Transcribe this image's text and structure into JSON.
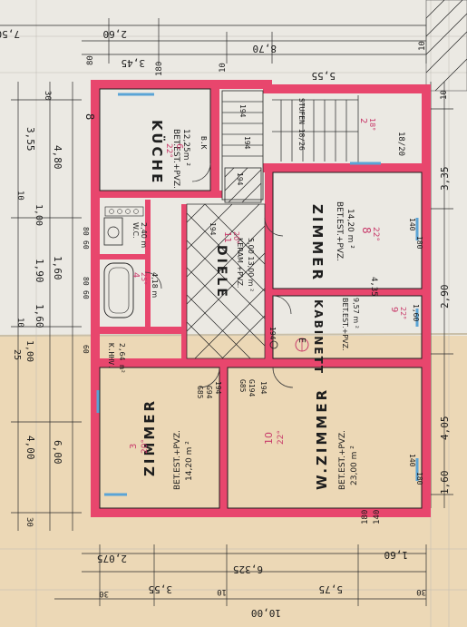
{
  "dimensions": {
    "top": [
      "7,50",
      "2,60",
      "8,70",
      "3,45",
      "5,55",
      "80",
      "180",
      "10",
      "10"
    ],
    "left": [
      "30",
      "3,55",
      "4,80",
      "10",
      "1,00",
      "1,90",
      "1,60",
      "1,60",
      "10",
      "25",
      "1,00",
      "4,00",
      "6,00",
      "30"
    ],
    "right": [
      "10",
      "3,35",
      "2,90",
      "4,05",
      "1,60"
    ],
    "bottom": [
      "180",
      "140",
      "2,075",
      "1,60",
      "6,325",
      "3,55",
      "5,75",
      "10",
      "30",
      "30",
      "10,00"
    ]
  },
  "rooms": {
    "kueche": {
      "name": "KÜCHE",
      "spec": "BET.EST.+PVZ.",
      "area": "12,25m ²",
      "no": "6",
      "temp": "22°"
    },
    "zimmer_top": {
      "name": "ZIMMER",
      "spec": "BET.EST.+PVZ.",
      "area": "14,20 m ²",
      "no": "8",
      "temp": "22°"
    },
    "diele": {
      "name": "DIELE",
      "spec": "KERAM.+PVZ.",
      "area": "5,00 13,00 m ²",
      "no": "11",
      "temp": "20°"
    },
    "kabinett": {
      "name": "KABINETT",
      "spec": "BET.EST.+PVZ.",
      "area": "9,57 m ²",
      "no": "9",
      "temp": "22°"
    },
    "zimmer_left": {
      "name": "ZIMMER",
      "spec": "BET.EST.+PVZ.",
      "area": "14,20 m ²",
      "no": "3",
      "temp": "20°"
    },
    "wzimmer": {
      "name": "W.ZIMMER",
      "spec": "BET.EST.+PVZ.",
      "area": "23,00 m ²",
      "no": "10",
      "temp": "22°"
    },
    "wc": {
      "name": "W.C.",
      "area": "2,40 m"
    },
    "bad": {
      "no": "4",
      "temp": "25°",
      "area": "4,18 m"
    },
    "stair": {
      "no": "2",
      "temp": "18°"
    }
  },
  "notes": {
    "stair_label": "STUFEN 18/26",
    "khhv": "K.HHV.",
    "khhv_area": "2,64 m²",
    "bk": "B.K",
    "numbers_a": [
      "194",
      "194",
      "194",
      "194",
      "194",
      "194",
      "194"
    ],
    "numbers_b": [
      "140",
      "180",
      "140",
      "180",
      "80",
      "60",
      "80",
      "60",
      "60"
    ],
    "e_label": "E",
    "g_labels": [
      "G85",
      "G94",
      "G85",
      "G194"
    ],
    "height": "4,35",
    "side": "1,60",
    "fractions": "18/20",
    "b_mark": "8"
  },
  "colors": {
    "wall": "#e8466d",
    "paper": "#ebe9e3",
    "paper_warm": "#ecd8b6",
    "ink": "#1e1e1e",
    "radiator": "#5aa4d6"
  }
}
